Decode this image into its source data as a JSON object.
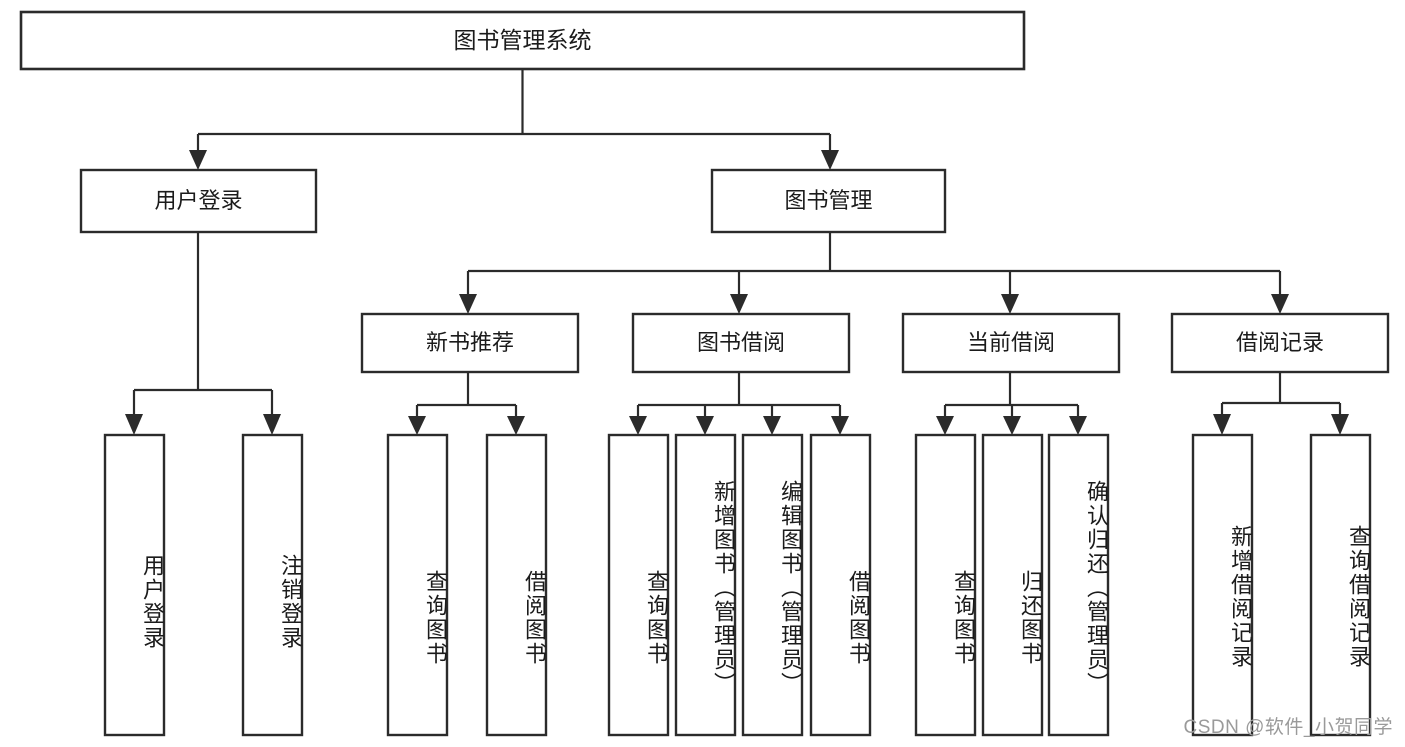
{
  "diagram": {
    "title": "图书管理系统",
    "type": "tree-hierarchy",
    "background_color": "#ffffff",
    "line_color": "#2b2b2b",
    "text_color": "#1b1b1b",
    "root": {
      "label": "图书管理系统",
      "level": 1
    },
    "level2": [
      {
        "label": "用户登录"
      },
      {
        "label": "图书管理"
      }
    ],
    "level3": [
      {
        "label": "新书推荐"
      },
      {
        "label": "图书借阅"
      },
      {
        "label": "当前借阅"
      },
      {
        "label": "借阅记录"
      }
    ],
    "leaves": {
      "user_login": [
        {
          "label": "用户登录"
        },
        {
          "label": "注销登录"
        }
      ],
      "new_book_recommend": [
        {
          "label": "查询图书"
        },
        {
          "label": "借阅图书"
        }
      ],
      "book_borrow": [
        {
          "label": "查询图书"
        },
        {
          "label": "新增图书（管理员）"
        },
        {
          "label": "编辑图书（管理员）"
        },
        {
          "label": "借阅图书"
        }
      ],
      "current_borrow": [
        {
          "label": "查询图书"
        },
        {
          "label": "归还图书"
        },
        {
          "label": "确认归还（管理员）"
        }
      ],
      "borrow_record": [
        {
          "label": "新增借阅记录"
        },
        {
          "label": "查询借阅记录"
        }
      ]
    }
  },
  "watermark": {
    "text": "CSDN @软件_小贺同学"
  }
}
